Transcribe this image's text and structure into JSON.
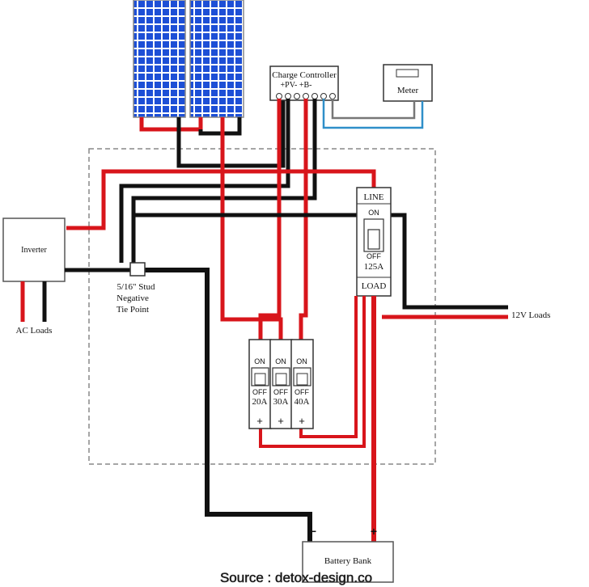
{
  "charge_controller": {
    "title": "Charge Controller",
    "terminals": "+PV-   +B-"
  },
  "meter": {
    "label": "Meter"
  },
  "inverter": {
    "label": "Inverter"
  },
  "ac_loads": {
    "label": "AC Loads"
  },
  "tie_point": {
    "line1": "5/16\" Stud",
    "line2": "Negative",
    "line3": "Tie Point"
  },
  "main_breaker": {
    "top": "LINE",
    "on": "ON",
    "off": "OFF",
    "rating": "125A",
    "bottom": "LOAD"
  },
  "loads_12v": {
    "label": "12V Loads"
  },
  "small_breakers": [
    {
      "on": "ON",
      "off": "OFF",
      "rating": "20A",
      "plus": "+"
    },
    {
      "on": "ON",
      "off": "OFF",
      "rating": "30A",
      "plus": "+"
    },
    {
      "on": "ON",
      "off": "OFF",
      "rating": "40A",
      "plus": "+"
    }
  ],
  "battery": {
    "label": "Battery Bank",
    "minus": "−",
    "plus": "+"
  },
  "source": {
    "text": "Source : detox-design.co"
  },
  "colors": {
    "positive": "#d8151b",
    "negative": "#111111",
    "panel": "#1d4fd6",
    "meter_wire": "#2f8fc9"
  }
}
